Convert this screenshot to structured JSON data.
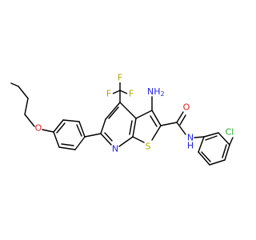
{
  "colors": {
    "background": "#ffffff",
    "bond": "#000000",
    "F": "#b3a600",
    "N": "#2323e0",
    "O": "#e01d1d",
    "S": "#b3a600",
    "Cl": "#1faa1f",
    "C": "#000000"
  },
  "atoms": {
    "f_top": "F",
    "f_left": "F",
    "f_right": "F",
    "nh2_n": "NH",
    "nh2_sub": "2",
    "amide_o": "O",
    "pyridine_n": "N",
    "thiophene_s": "S",
    "amide_nh": "N",
    "amide_h": "H",
    "ether_o": "O",
    "cl": "Cl"
  }
}
